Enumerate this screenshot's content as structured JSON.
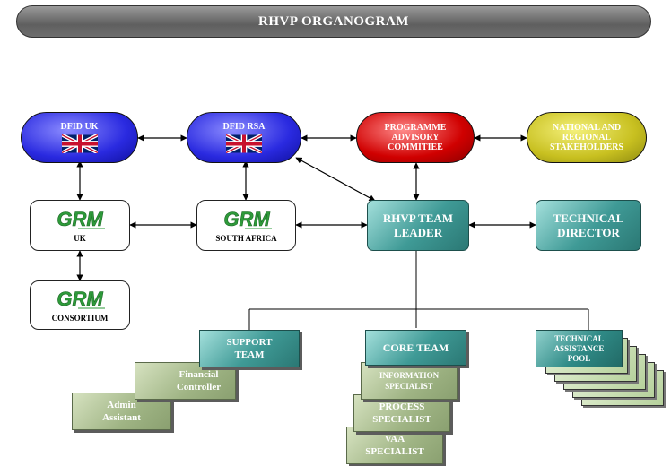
{
  "title": "RHVP ORGANOGRAM",
  "nodes": {
    "dfid_uk": "DFID UK",
    "dfid_rsa": "DFID RSA",
    "programme_advisory_committee": [
      "PROGRAMME",
      "ADVISORY",
      "COMMITIEE"
    ],
    "national_regional_stakeholders": [
      "NATIONAL AND",
      "REGIONAL",
      "STAKEHOLDERS"
    ],
    "grm_logo_text": "GRM",
    "grm_uk_label": "UK",
    "grm_south_africa_label": "SOUTH AFRICA",
    "grm_consortium_label": "CONSORTIUM",
    "rhvp_team_leader": [
      "RHVP TEAM",
      "LEADER"
    ],
    "technical_director": [
      "TECHNICAL",
      "DIRECTOR"
    ],
    "support_team": [
      "SUPPORT",
      "TEAM"
    ],
    "financial_controller": [
      "Financial",
      "Controller"
    ],
    "admin_assistant": [
      "Admin",
      "Assistant"
    ],
    "core_team": "CORE TEAM",
    "information_specialist": [
      "INFORMATION",
      "SPECIALIST"
    ],
    "process_specialist": [
      "PROCESS",
      "SPECIALIST"
    ],
    "vaa_specialist": [
      "VAA",
      "SPECIALIST"
    ],
    "technical_assistance_pool": [
      "TECHNICAL",
      "ASSISTANCE",
      "POOL"
    ]
  },
  "colors": {
    "dfid": "#2a2ae0",
    "committee": "#d00000",
    "stakeholders": "#c8c020",
    "teal": "#3f9a96",
    "green": "#9fb484",
    "grm_logo": "#2e9a3a"
  },
  "icons": {
    "flag": "union-jack-flag",
    "logo": "grm-international-logo"
  }
}
